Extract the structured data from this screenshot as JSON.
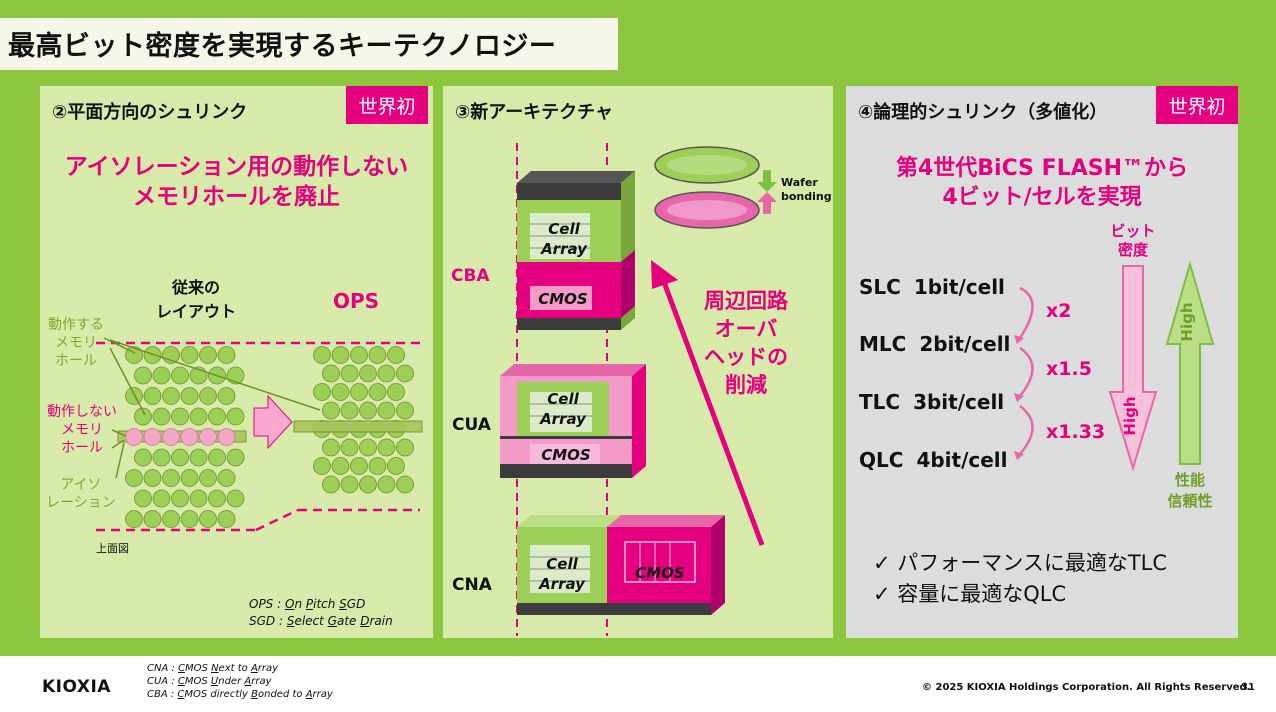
{
  "slide": {
    "title": "最高ビット密度を実現するキーテクノロジー",
    "page_number": "31",
    "copyright": "© 2025 KIOXIA Holdings Corporation. All Rights Reserved.",
    "logo": "KIOXIA",
    "colors": {
      "accent_pink": "#e4007f",
      "slide_green": "#8cc63f",
      "panel_green": "#d8eaa9",
      "panel_gray": "#dcdcdc"
    }
  },
  "footnotes": [
    {
      "abbr": "CNA",
      "sep": " : ",
      "parts": [
        [
          "C",
          "MOS "
        ],
        [
          "N",
          "ext to "
        ],
        [
          "A",
          "rray"
        ]
      ]
    },
    {
      "abbr": "CUA",
      "sep": " : ",
      "parts": [
        [
          "C",
          "MOS "
        ],
        [
          "U",
          "nder "
        ],
        [
          "A",
          "rray"
        ]
      ]
    },
    {
      "abbr": "CBA",
      "sep": " : ",
      "parts": [
        [
          "C",
          "MOS directly "
        ],
        [
          "B",
          "onded to "
        ],
        [
          "A",
          "rray"
        ]
      ]
    }
  ],
  "panel2": {
    "title": "②平面方向のシュリンク",
    "badge": "世界初",
    "headline_1": "アイソレーション用の動作しない",
    "headline_2": "メモリホールを廃止",
    "conventional_1": "従来の",
    "conventional_2": "レイアウト",
    "ops_label": "OPS",
    "active_hole_1": "動作する",
    "active_hole_2": "メモリ",
    "active_hole_3": "ホール",
    "dummy_hole_1": "動作しない",
    "dummy_hole_2": "メモリ",
    "dummy_hole_3": "ホール",
    "isolation_1": "アイソ",
    "isolation_2": "レーション",
    "top_view": "上面図",
    "note_ops": {
      "abbr": "OPS",
      "sep": " : ",
      "parts": [
        [
          "O",
          "n "
        ],
        [
          "P",
          "itch "
        ],
        [
          "S",
          "GD"
        ]
      ]
    },
    "note_sgd": {
      "abbr": "SGD",
      "sep": " : ",
      "parts": [
        [
          "S",
          "elect "
        ],
        [
          "G",
          "ate "
        ],
        [
          "D",
          "rain"
        ]
      ]
    }
  },
  "panel3": {
    "title": "③新アーキテクチャ",
    "wafer_1": "Wafer",
    "wafer_2": "bonding",
    "cba": "CBA",
    "cua": "CUA",
    "cna": "CNA",
    "cell_1": "Cell",
    "cell_2": "Array",
    "cmos": "CMOS",
    "periph_1": "周辺回路",
    "periph_2": "オーバ",
    "periph_3": "ヘッドの",
    "periph_4": "削減"
  },
  "panel4": {
    "title": "④論理的シュリンク（多値化）",
    "badge": "世界初",
    "headline_1": "第4世代BiCS FLASH™から",
    "headline_2": "4ビット/セルを実現",
    "bit_density_1": "ビット",
    "bit_density_2": "密度",
    "high": "High",
    "perf_1": "性能",
    "perf_2": "信頼性",
    "rows": [
      {
        "name": "SLC",
        "bits": "1bit/cell"
      },
      {
        "name": "MLC",
        "bits": "2bit/cell"
      },
      {
        "name": "TLC",
        "bits": "3bit/cell"
      },
      {
        "name": "QLC",
        "bits": "4bit/cell"
      }
    ],
    "multipliers": [
      "x2",
      "x1.5",
      "x1.33"
    ],
    "bullets": [
      "✓ パフォーマンスに最適なTLC",
      "✓ 容量に最適なQLC"
    ]
  }
}
